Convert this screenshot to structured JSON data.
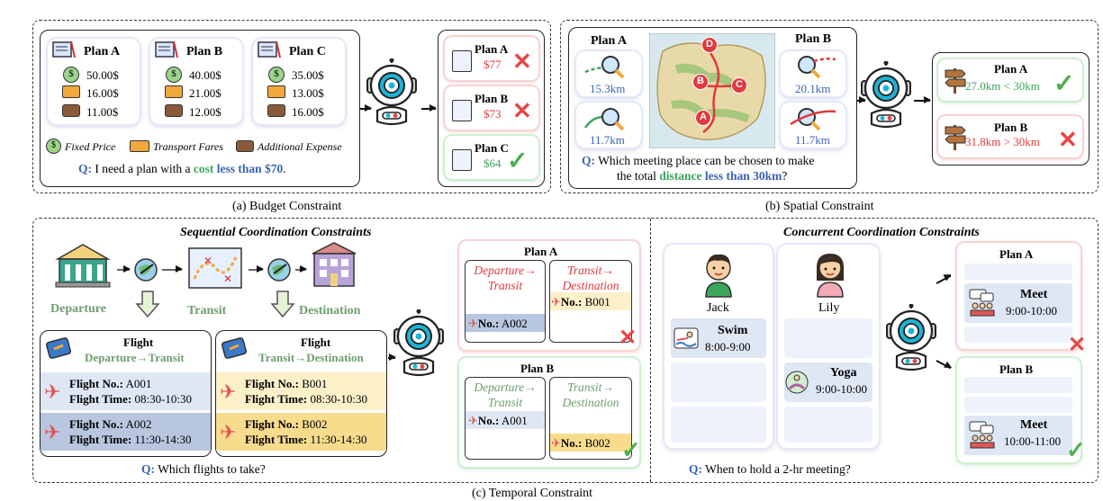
{
  "budget": {
    "caption": "(a) Budget Constraint",
    "plans": [
      {
        "name": "Plan A",
        "fixed": "50.00$",
        "transport": "16.00$",
        "extra": "11.00$"
      },
      {
        "name": "Plan B",
        "fixed": "40.00$",
        "transport": "21.00$",
        "extra": "12.00$"
      },
      {
        "name": "Plan C",
        "fixed": "35.00$",
        "transport": "13.00$",
        "extra": "16.00$"
      }
    ],
    "legend": {
      "fixed": "Fixed Price",
      "transport": "Transport Fares",
      "extra": "Additional Expense"
    },
    "question": {
      "q": "Q:",
      "pre": "I need a plan with a ",
      "w1": "cost",
      "w2": " less than ",
      "w3": "$70",
      "post": "."
    },
    "results": [
      {
        "name": "Plan A",
        "price": "$77",
        "ok": false
      },
      {
        "name": "Plan B",
        "price": "$73",
        "ok": false
      },
      {
        "name": "Plan C",
        "price": "$64",
        "ok": true
      }
    ]
  },
  "spatial": {
    "caption": "(b) Spatial Constraint",
    "planA_label": "Plan A",
    "planB_label": "Plan B",
    "distances": {
      "a1": "15.3km",
      "a2": "11.7km",
      "b1": "20.1km",
      "b2": "11.7km"
    },
    "map_pins": [
      "D",
      "B",
      "C",
      "A"
    ],
    "question": {
      "q": "Q:",
      "l1": "Which meeting place can be chosen to make",
      "l2pre": "the total ",
      "w1": "distance",
      "w2": " less than ",
      "w3": "30km",
      "post": "?"
    },
    "results": [
      {
        "name": "Plan A",
        "text": "27.0km < 30km",
        "ok": true
      },
      {
        "name": "Plan B",
        "text": "31.8km > 30km",
        "ok": false
      }
    ]
  },
  "temporal": {
    "caption": "(c) Temporal Constraint",
    "seq": {
      "title": "Sequential Coordination Constraints",
      "nodes": [
        "Departure",
        "Transit",
        "Destination"
      ],
      "flight1": {
        "title": "Flight",
        "sub": "Departure→Transit",
        "rows": [
          {
            "no_label": "Flight No.:",
            "no": "A001",
            "time_label": "Flight Time:",
            "time": "08:30-10:30"
          },
          {
            "no_label": "Flight No.:",
            "no": "A002",
            "time_label": "Flight Time:",
            "time": "11:30-14:30"
          }
        ]
      },
      "flight2": {
        "title": "Flight",
        "sub": "Transit→Destination",
        "rows": [
          {
            "no_label": "Flight No.:",
            "no": "B001",
            "time_label": "Flight Time:",
            "time": "08:30-10:30"
          },
          {
            "no_label": "Flight No.:",
            "no": "B002",
            "time_label": "Flight Time:",
            "time": "11:30-14:30"
          }
        ]
      },
      "question": {
        "q": "Q:",
        "text": "Which flights to take?"
      },
      "planA": {
        "name": "Plan A",
        "col1": "Departure→ Transit",
        "col2": "Transit→ Destination",
        "no1_label": "No.:",
        "no1": "A002",
        "no2_label": "No.:",
        "no2": "B001",
        "ok": false
      },
      "planB": {
        "name": "Plan B",
        "col1": "Departure→ Transit",
        "col2": "Transit→ Destination",
        "no1_label": "No.:",
        "no1": "A001",
        "no2_label": "No.:",
        "no2": "B002",
        "ok": true
      }
    },
    "conc": {
      "title": "Concurrent Coordination Constraints",
      "people": [
        "Jack",
        "Lily"
      ],
      "jack_event": {
        "name": "Swim",
        "time": "8:00-9:00"
      },
      "lily_event": {
        "name": "Yoga",
        "time": "9:00-10:00"
      },
      "question": {
        "q": "Q:",
        "text": "When to hold a 2-hr meeting?"
      },
      "planA": {
        "name": "Plan A",
        "event": "Meet",
        "time": "9:00-10:00",
        "ok": false
      },
      "planB": {
        "name": "Plan B",
        "event": "Meet",
        "time": "10:00-11:00",
        "ok": true
      }
    }
  },
  "colors": {
    "green": "#3aa55c",
    "red": "#e0393e",
    "blue": "#3a63b8",
    "robot": "#1db4d6"
  }
}
